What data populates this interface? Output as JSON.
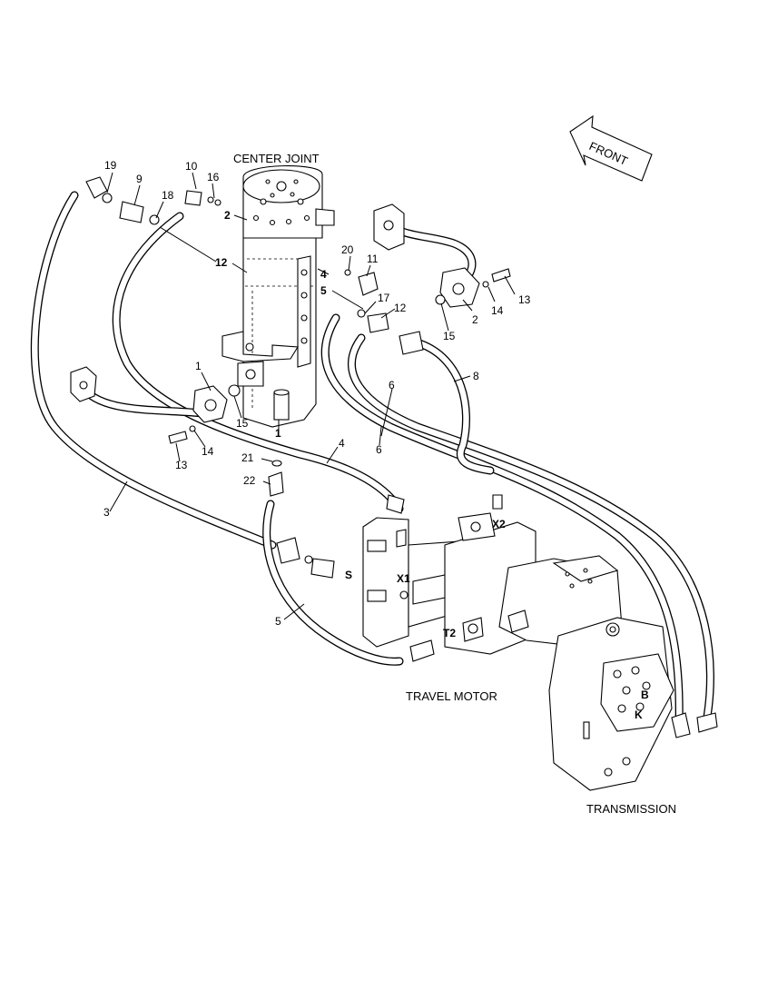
{
  "captions": {
    "front": "FRONT",
    "center_joint": "CENTER JOINT",
    "travel_motor": "TRAVEL MOTOR",
    "transmission": "TRANSMISSION"
  },
  "callouts": {
    "p19": "19",
    "p9": "9",
    "p10": "10",
    "p16": "16",
    "p18": "18",
    "p2a": "2",
    "p12a": "12",
    "p20": "20",
    "p11": "11",
    "p4a": "4",
    "p5a": "5",
    "p17": "17",
    "p12b": "12",
    "p2b": "2",
    "p13a": "13",
    "p14a": "14",
    "p15a": "15",
    "p8": "8",
    "p1a": "1",
    "p15b": "15",
    "p6a": "6",
    "p6b": "6",
    "p1b": "1",
    "p14b": "14",
    "p13b": "13",
    "p21": "21",
    "p4b": "4",
    "p22": "22",
    "p3": "3",
    "p5b": "5"
  },
  "ports": {
    "s": "S",
    "x1": "X1",
    "x2": "X2",
    "t2": "T2",
    "b": "B",
    "k": "K"
  }
}
